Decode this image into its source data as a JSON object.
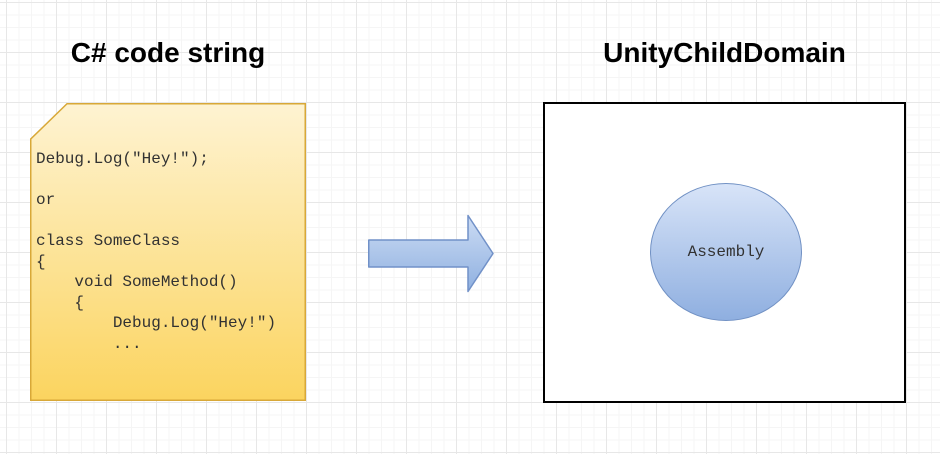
{
  "diagram": {
    "left": {
      "title": "C# code string",
      "note_code_lines": [
        "Debug.Log(\"Hey!\");",
        "",
        "or",
        "",
        "class SomeClass",
        "{",
        "    void SomeMethod()",
        "    {",
        "        Debug.Log(\"Hey!\")",
        "        ..."
      ]
    },
    "right": {
      "title": "UnityChildDomain",
      "ellipse_label": "Assembly"
    },
    "colors": {
      "note_fill_top": "#FEF3D2",
      "note_fill_bottom": "#FBD45F",
      "note_border": "#D8A838",
      "arrow_fill_top": "#CCDCF4",
      "arrow_fill_bottom": "#8FB0E0",
      "arrow_border": "#7191C8",
      "ellipse_fill_top": "#D8E4F8",
      "ellipse_fill_bottom": "#8FAFE0",
      "ellipse_border": "#7191C4",
      "domain_box_border": "#000000",
      "grid_minor": "#F5F5F5",
      "grid_major": "#E7E7E7",
      "title_text": "#000000",
      "code_text": "#323232"
    }
  }
}
